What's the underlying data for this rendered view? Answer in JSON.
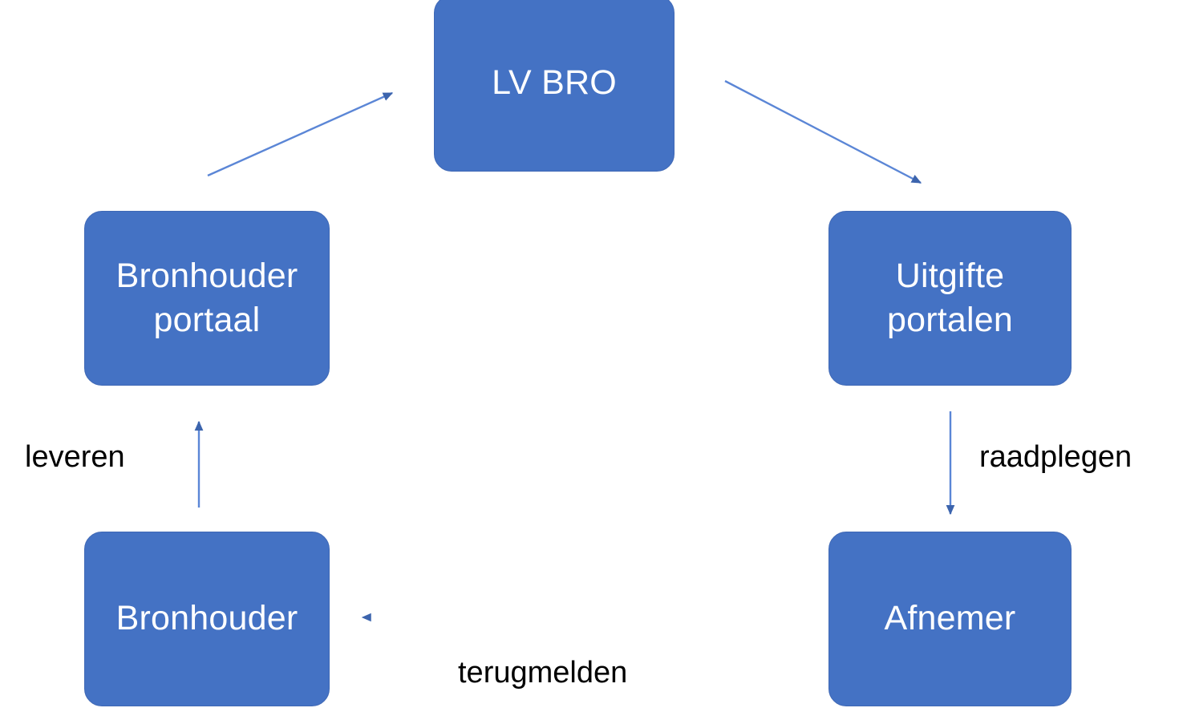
{
  "diagram": {
    "title": "BRO keten diagram",
    "background_color": "#ffffff",
    "node_fill_color": "#4472c4",
    "node_text_color": "#ffffff",
    "edge_color": "#4472c4",
    "label_text_color": "#000000",
    "nodes": [
      {
        "id": "lv-bro",
        "label": "LV BRO"
      },
      {
        "id": "bronhouder-portaal",
        "label": "Bronhouder\nportaal"
      },
      {
        "id": "uitgifte-portalen",
        "label": "Uitgifte\nportalen"
      },
      {
        "id": "bronhouder",
        "label": "Bronhouder"
      },
      {
        "id": "afnemer",
        "label": "Afnemer"
      }
    ],
    "edges": [
      {
        "id": "bronhouder-portaal-to-lv-bro",
        "from": "bronhouder-portaal",
        "to": "lv-bro",
        "label": "",
        "style": "solid"
      },
      {
        "id": "lv-bro-to-uitgifte-portalen",
        "from": "lv-bro",
        "to": "uitgifte-portalen",
        "label": "",
        "style": "solid"
      },
      {
        "id": "uitgifte-portalen-to-afnemer",
        "from": "uitgifte-portalen",
        "to": "afnemer",
        "label": "raadplegen",
        "style": "solid"
      },
      {
        "id": "afnemer-to-bronhouder",
        "from": "afnemer",
        "to": "bronhouder",
        "label": "terugmelden",
        "style": "dotted"
      },
      {
        "id": "bronhouder-to-bronhouder-portaal",
        "from": "bronhouder",
        "to": "bronhouder-portaal",
        "label": "leveren",
        "style": "solid"
      }
    ]
  }
}
